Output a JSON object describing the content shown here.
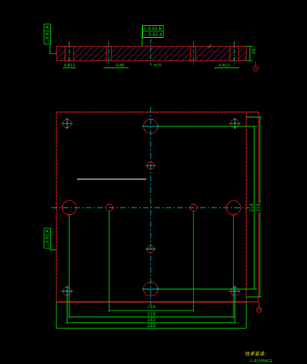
{
  "diagram": {
    "labels": [
      "⊥0.02 A",
      "// 0.02 B",
      "⊥ 0.02 A",
      "4-Φ13",
      "4-Φ8",
      "Φ15",
      "4-Φ13",
      "20",
      "A",
      "⊥0.02 A",
      "150",
      "216",
      "232",
      "250",
      "216",
      "250",
      "B",
      "技术要求:",
      "1.未注倒角C1"
    ]
  }
}
